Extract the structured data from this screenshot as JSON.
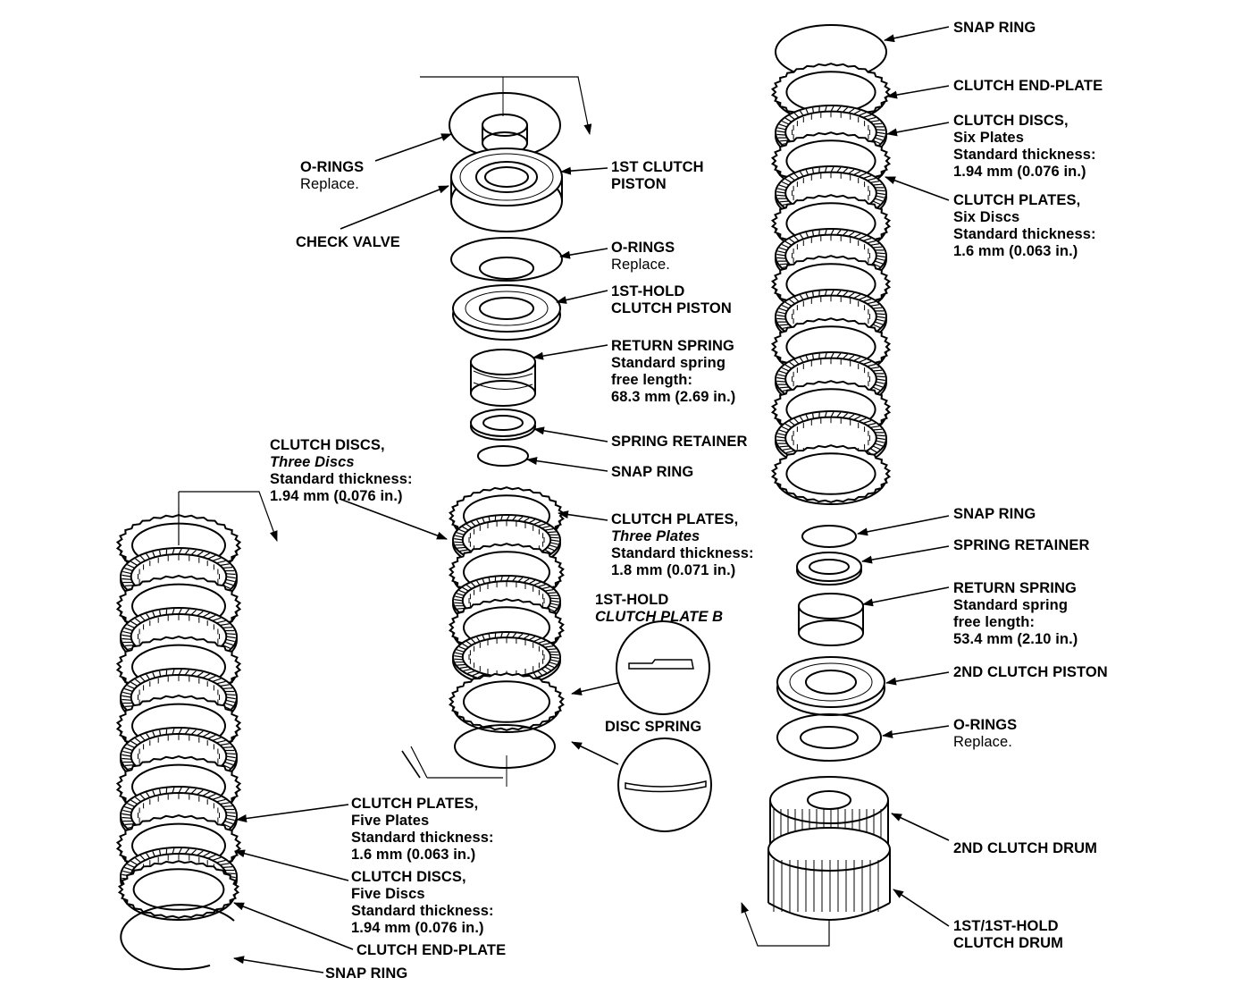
{
  "labels": {
    "o_rings_top": {
      "title": "O-RINGS",
      "note": "Replace."
    },
    "first_clutch_piston": {
      "line1": "1ST CLUTCH",
      "line2": "PISTON"
    },
    "check_valve": {
      "title": "CHECK VALVE"
    },
    "o_rings_mid": {
      "title": "O-RINGS",
      "note": "Replace."
    },
    "first_hold_clutch_piston": {
      "line1": "1ST-HOLD",
      "line2": "CLUTCH PISTON"
    },
    "return_spring_center": {
      "title": "RETURN SPRING",
      "line2": "Standard spring",
      "line3": "free length:",
      "line4": "68.3 mm (2.69 in.)"
    },
    "spring_retainer_center": {
      "title": "SPRING RETAINER"
    },
    "snap_ring_center": {
      "title": "SNAP RING"
    },
    "clutch_discs_three": {
      "title": "CLUTCH DISCS,",
      "count": "Three Discs",
      "line3": "Standard thickness:",
      "line4": "1.94 mm (0.076 in.)"
    },
    "clutch_plates_three": {
      "title": "CLUTCH PLATES,",
      "count": "Three Plates",
      "line3": "Standard thickness:",
      "line4": "1.8 mm (0.071 in.)"
    },
    "first_hold_plate_b": {
      "line1": "1ST-HOLD",
      "line2": "CLUTCH PLATE B"
    },
    "disc_spring": {
      "title": "DISC SPRING"
    },
    "clutch_plates_five": {
      "title": "CLUTCH PLATES,",
      "count": "Five Plates",
      "line3": "Standard thickness:",
      "line4": "1.6 mm (0.063 in.)"
    },
    "clutch_discs_five": {
      "title": "CLUTCH DISCS,",
      "count": "Five Discs",
      "line3": "Standard thickness:",
      "line4": "1.94 mm (0.076 in.)"
    },
    "clutch_end_plate_left": {
      "title": "CLUTCH END-PLATE"
    },
    "snap_ring_left": {
      "title": "SNAP RING"
    },
    "snap_ring_right_top": {
      "title": "SNAP RING"
    },
    "clutch_end_plate_right": {
      "title": "CLUTCH END-PLATE"
    },
    "clutch_discs_six": {
      "title": "CLUTCH DISCS,",
      "count": "Six Plates",
      "line3": "Standard thickness:",
      "line4": "1.94 mm (0.076 in.)"
    },
    "clutch_plates_six": {
      "title": "CLUTCH PLATES,",
      "count": "Six Discs",
      "line3": "Standard thickness:",
      "line4": "1.6 mm (0.063 in.)"
    },
    "snap_ring_right_mid": {
      "title": "SNAP RING"
    },
    "spring_retainer_right": {
      "title": "SPRING RETAINER"
    },
    "return_spring_right": {
      "title": "RETURN SPRING",
      "line2": "Standard spring",
      "line3": "free length:",
      "line4": "53.4 mm (2.10 in.)"
    },
    "second_clutch_piston": {
      "title": "2ND CLUTCH PISTON"
    },
    "o_rings_right": {
      "title": "O-RINGS",
      "note": "Replace."
    },
    "second_clutch_drum": {
      "title": "2ND CLUTCH DRUM"
    },
    "first_clutch_drum": {
      "line1": "1ST/1ST-HOLD",
      "line2": "CLUTCH DRUM"
    }
  }
}
